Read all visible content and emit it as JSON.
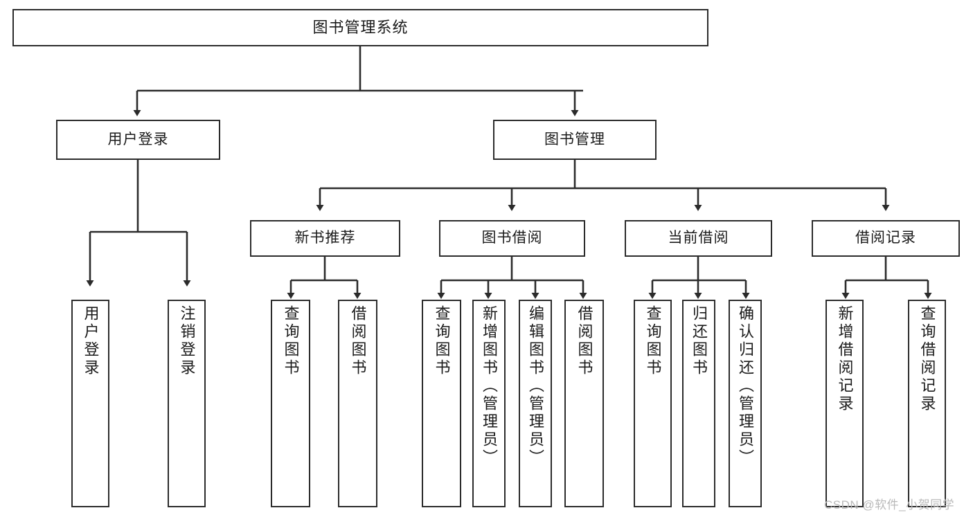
{
  "diagram": {
    "title": "图书管理系统",
    "type": "functional-decomposition-tree",
    "root": {
      "label": "图书管理系统"
    },
    "level2": [
      {
        "label": "用户登录"
      },
      {
        "label": "图书管理"
      }
    ],
    "level3": [
      {
        "label": "新书推荐"
      },
      {
        "label": "图书借阅"
      },
      {
        "label": "当前借阅"
      },
      {
        "label": "借阅记录"
      }
    ],
    "leaves": {
      "user_login": [
        {
          "label": "用户登录"
        },
        {
          "label": "注销登录"
        }
      ],
      "new_book_recommend": [
        {
          "label": "查询图书"
        },
        {
          "label": "借阅图书"
        }
      ],
      "book_borrow": [
        {
          "label": "查询图书"
        },
        {
          "label": "新增图书（管理员）"
        },
        {
          "label": "编辑图书（管理员）"
        },
        {
          "label": "借阅图书"
        }
      ],
      "current_borrow": [
        {
          "label": "查询图书"
        },
        {
          "label": "归还图书"
        },
        {
          "label": "确认归还（管理员）"
        }
      ],
      "borrow_record": [
        {
          "label": "新增借阅记录"
        },
        {
          "label": "查询借阅记录"
        }
      ]
    }
  },
  "watermark": {
    "text": "CSDN @软件_小贺同学"
  },
  "colors": {
    "stroke": "#2b2b2b",
    "fill": "#ffffff",
    "text": "#1a1a1a",
    "watermark": "#b9b9b9"
  }
}
